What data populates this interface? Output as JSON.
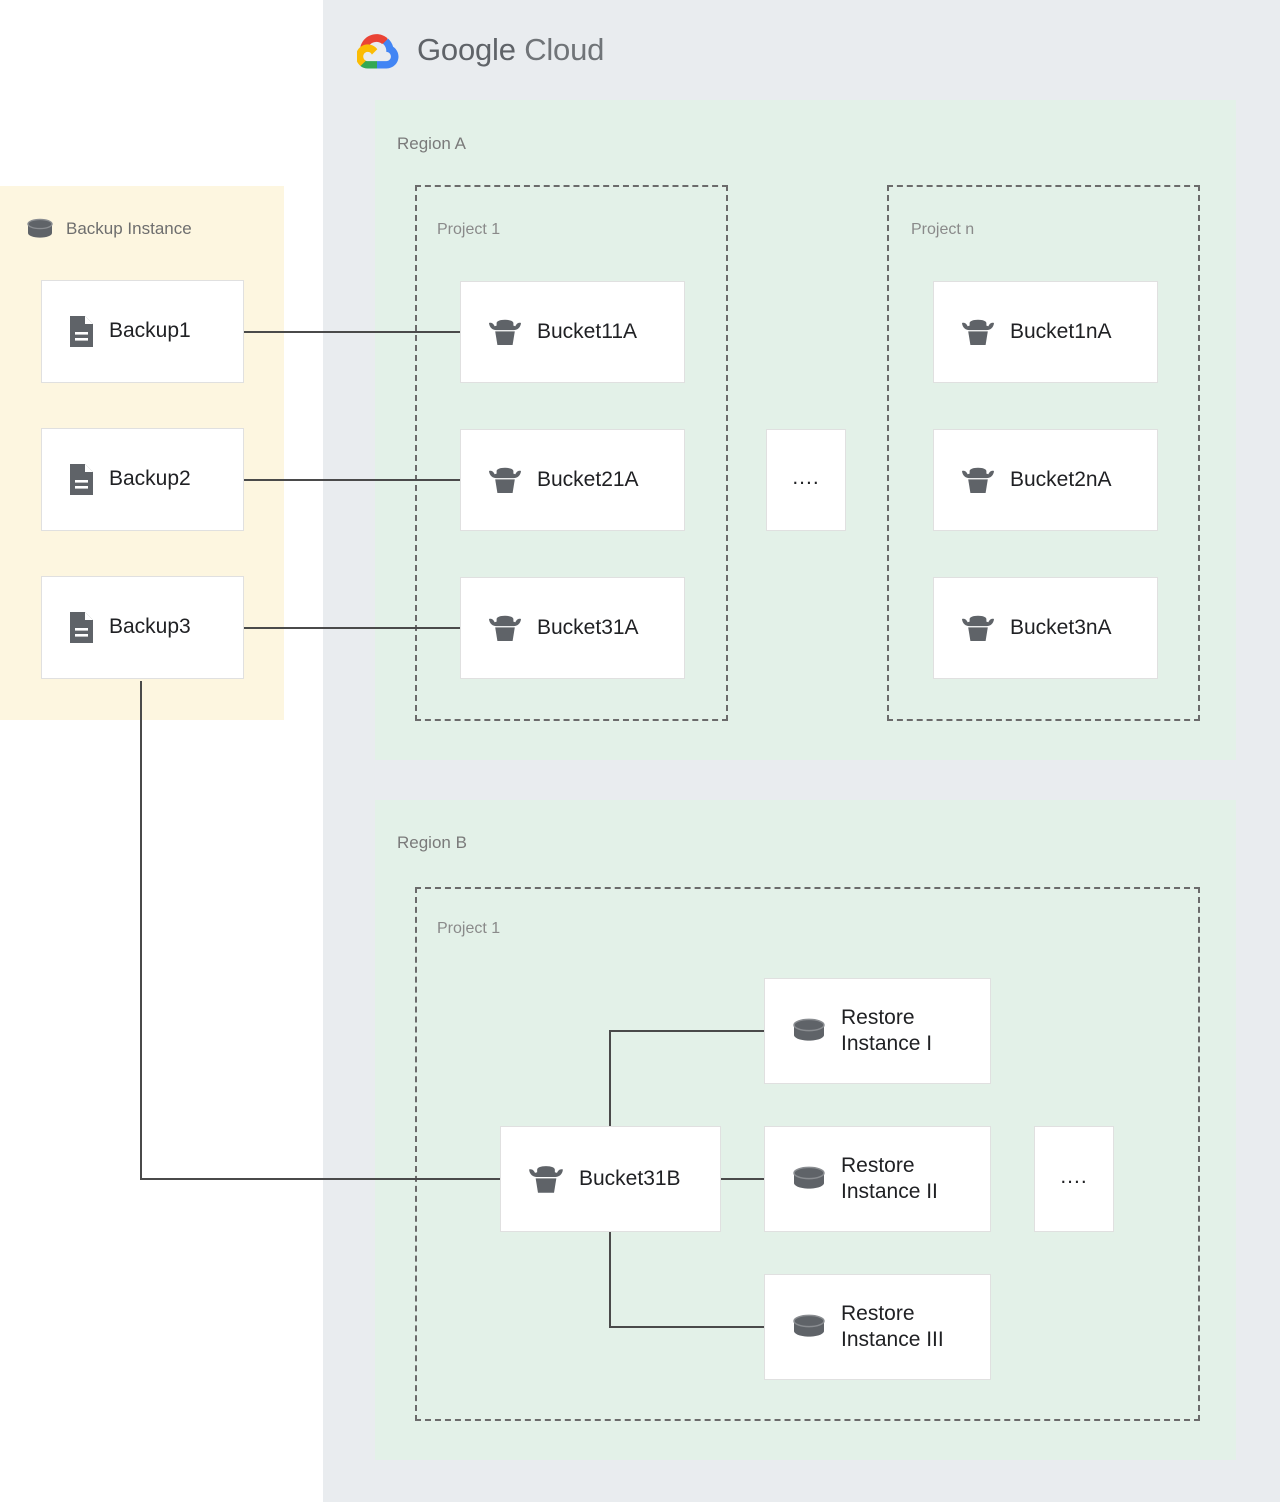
{
  "header": {
    "logo_icon": "google-cloud-logo-icon",
    "brand_primary": "Google",
    "brand_secondary": "Cloud"
  },
  "colors": {
    "cloud_panel_bg": "#E9ECEF",
    "backup_panel_bg": "#FDF6E0",
    "region_bg": "#E3F1E8",
    "card_bg": "#FFFFFF",
    "card_border": "#E0E0E0",
    "icon_gray": "#5F6368",
    "label_gray": "#7A7A7A",
    "text_dark": "#202124",
    "connector": "#4A4A4A",
    "google_red": "#EA4335",
    "google_yellow": "#FBBC04",
    "google_green": "#34A853",
    "google_blue": "#4285F4"
  },
  "backup_instance": {
    "title": "Backup Instance",
    "title_icon": "database-cylinder-icon",
    "items": [
      {
        "label": "Backup1",
        "icon": "document-file-icon"
      },
      {
        "label": "Backup2",
        "icon": "document-file-icon"
      },
      {
        "label": "Backup3",
        "icon": "document-file-icon"
      }
    ]
  },
  "regions": [
    {
      "label": "Region A",
      "projects": [
        {
          "label": "Project 1",
          "items": [
            {
              "label": "Bucket11A",
              "icon": "storage-bucket-icon"
            },
            {
              "label": "Bucket21A",
              "icon": "storage-bucket-icon"
            },
            {
              "label": "Bucket31A",
              "icon": "storage-bucket-icon"
            }
          ]
        },
        {
          "label": "Project n",
          "items": [
            {
              "label": "Bucket1nA",
              "icon": "storage-bucket-icon"
            },
            {
              "label": "Bucket2nA",
              "icon": "storage-bucket-icon"
            },
            {
              "label": "Bucket3nA",
              "icon": "storage-bucket-icon"
            }
          ]
        }
      ],
      "ellipsis": "...."
    },
    {
      "label": "Region B",
      "projects": [
        {
          "label": "Project 1",
          "bucket": {
            "label": "Bucket31B",
            "icon": "storage-bucket-icon"
          },
          "items": [
            {
              "label": "Restore\nInstance I",
              "icon": "database-cylinder-icon"
            },
            {
              "label": "Restore\nInstance II",
              "icon": "database-cylinder-icon"
            },
            {
              "label": "Restore\nInstance III",
              "icon": "database-cylinder-icon"
            }
          ]
        }
      ],
      "ellipsis": "...."
    }
  ],
  "connections": [
    {
      "from": "Backup1",
      "to": "Bucket11A"
    },
    {
      "from": "Backup2",
      "to": "Bucket21A"
    },
    {
      "from": "Backup3",
      "to": "Bucket31A"
    },
    {
      "from": "Backup3",
      "to": "Bucket31B"
    },
    {
      "from": "Bucket31B",
      "to": "Restore Instance I"
    },
    {
      "from": "Bucket31B",
      "to": "Restore Instance II"
    },
    {
      "from": "Bucket31B",
      "to": "Restore Instance III"
    }
  ]
}
